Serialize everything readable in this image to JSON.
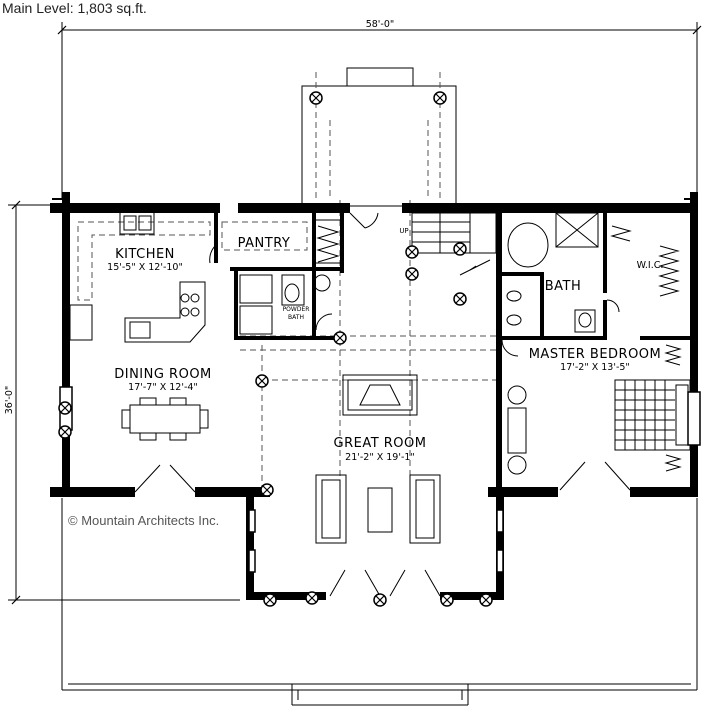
{
  "header": {
    "caption": "Main Level:  1,803 sq.ft."
  },
  "dimensions": {
    "width": "58'-0\"",
    "depth": "36'-0\""
  },
  "rooms": {
    "kitchen": {
      "name": "KITCHEN",
      "size": "15'-5\" X 12'-10\""
    },
    "pantry": {
      "name": "PANTRY"
    },
    "dining": {
      "name": "DINING ROOM",
      "size": "17'-7\" X 12'-4\""
    },
    "great": {
      "name": "GREAT ROOM",
      "size": "21'-2\" X 19'-1\""
    },
    "bath": {
      "name": "BATH"
    },
    "wic": {
      "name": "W.I.C."
    },
    "master": {
      "name": "MASTER BEDROOM",
      "size": "17'-2\" X 13'-5\""
    },
    "powder": {
      "name_top": "POWDER",
      "name_bottom": "BATH"
    },
    "stair": {
      "label": "UP"
    }
  },
  "footer": {
    "copyright": "© Mountain Architects Inc."
  }
}
